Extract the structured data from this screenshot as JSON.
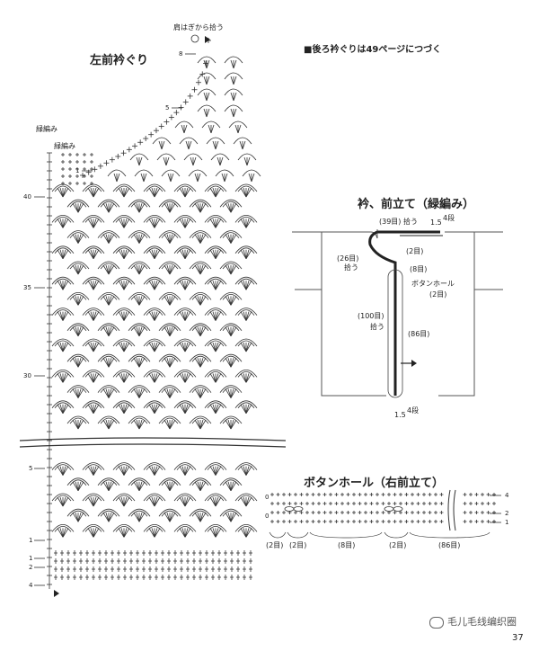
{
  "left_chart": {
    "title": "左前衿ぐり",
    "shoulder_note": "肩はぎから拾う",
    "edge_label": "緑編み",
    "edge_label2": "緑編み",
    "row_labels": [
      "40",
      "35",
      "30"
    ],
    "row_marks": {
      "r8": "8",
      "r5": "5",
      "r1": "1",
      "bottom5": "5",
      "bottom1": "1",
      "b1": "1",
      "b2": "2",
      "b4": "4"
    }
  },
  "note": "■後ろ衿ぐりは49ページにつづく",
  "collar": {
    "title": "衿、前立て（緑編み）",
    "pick39": "(39目) 拾う",
    "rows15_top": "1.5",
    "rows_top": "4段",
    "pick2a": "(2目)",
    "pick26": "(26目)",
    "pick26b": "拾う",
    "pick8": "(8目)",
    "buttonhole": "ボタンホール",
    "buttonhole2": "(2目)",
    "pick100": "(100目)",
    "pick100b": "拾う",
    "pick86": "(86目)",
    "rows15_bottom": "1.5",
    "rows_bottom": "4段"
  },
  "buttonhole_chart": {
    "title": "ボタンホール（右前立て）",
    "labels": [
      "(2目)",
      "(2目)",
      "(8目)",
      "(2目)",
      "(86目)"
    ],
    "row_marks": [
      "4",
      "2",
      "1"
    ],
    "left_marks": [
      "0",
      "0"
    ]
  },
  "footer": {
    "watermark": "毛儿毛线编织圈",
    "page": "37"
  }
}
